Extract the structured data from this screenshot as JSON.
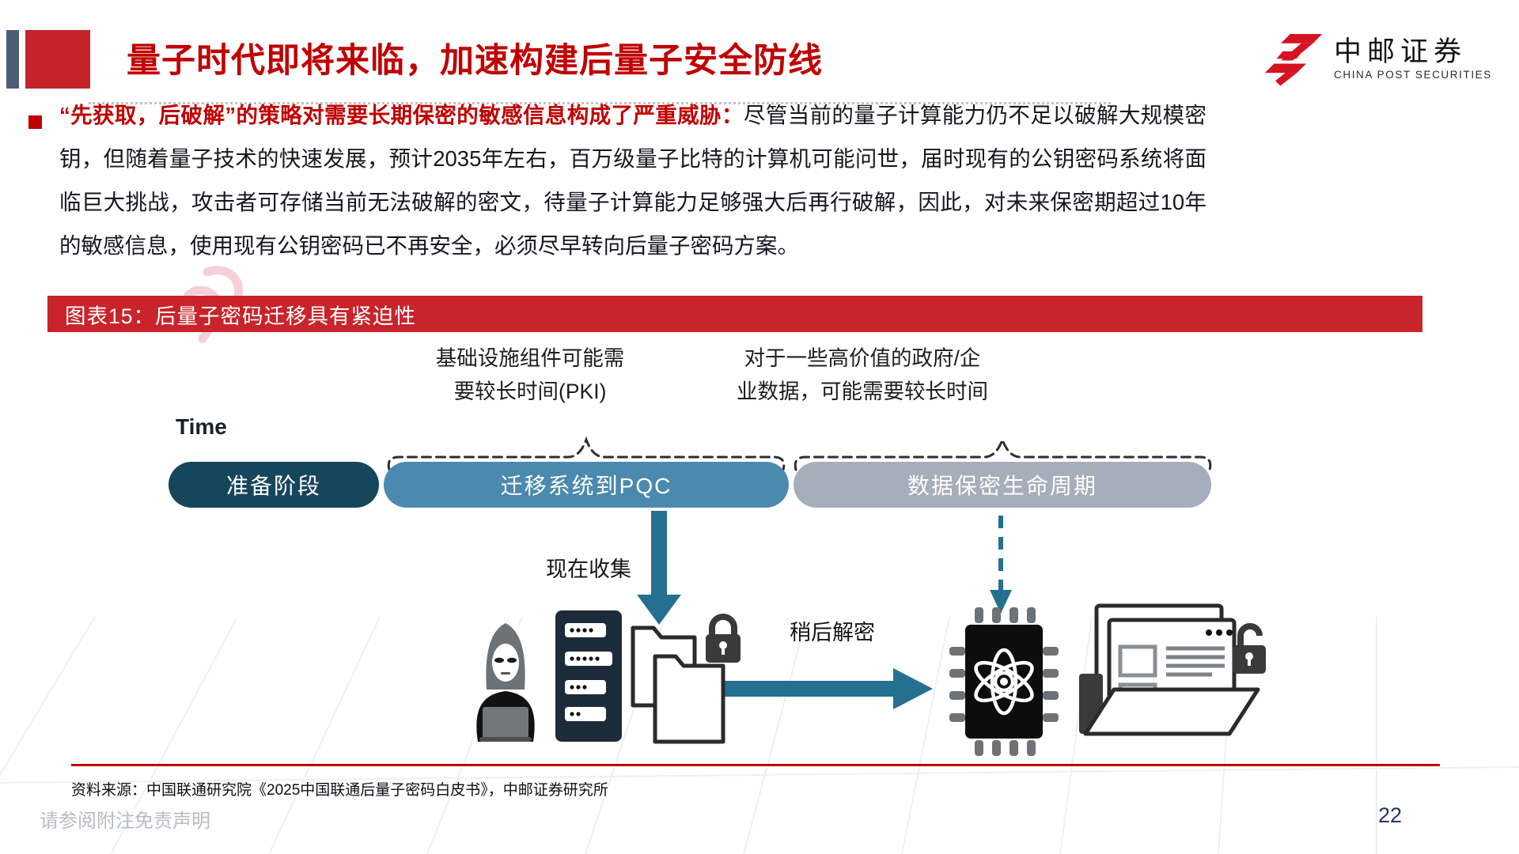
{
  "slide": {
    "header": {
      "title": "量子时代即将来临，加速构建后量子安全防线",
      "logo_cn": "中邮证券",
      "logo_en": "CHINA POST SECURITIES"
    },
    "paragraph": {
      "lead": "“先获取，后破解”的策略对需要长期保密的敏感信息构成了严重威胁：",
      "body": "尽管当前的量子计算能力仍不足以破解大规模密钥，但随着量子技术的快速发展，预计2035年左右，百万级量子比特的计算机可能问世，届时现有的公钥密码系统将面临巨大挑战，攻击者可存储当前无法破解的密文，待量子计算能力足够强大后再行破解，因此，对未来保密期超过10年的敏感信息，使用现有公钥密码已不再安全，必须尽早转向后量子密码方案。"
    },
    "figure": {
      "banner": "图表15：后量子密码迁移具有紧迫性",
      "time_label": "Time",
      "annotations": {
        "left": [
          "基础设施组件可能需",
          "要较长时间(PKI)"
        ],
        "right": [
          "对于一些高价值的政府/企",
          "业数据，可能需要较长时间"
        ]
      },
      "segments": [
        {
          "label": "准备阶段",
          "color": "#16465c"
        },
        {
          "label": "迁移系统到PQC",
          "color": "#4c89af"
        },
        {
          "label": "数据保密生命周期",
          "color": "#a6aebb"
        }
      ],
      "labels": {
        "collect": "现在收集",
        "decrypt": "稍后解密"
      },
      "icons": [
        "hacker-icon",
        "server-icon",
        "folders-lock-icon",
        "quantum-chip-icon",
        "documents-lock-icon",
        "down-arrow-icon",
        "right-arrow-icon",
        "dashed-down-arrow-icon"
      ]
    },
    "footer": {
      "source": "资料来源：中国联通研究院《2025中国联通后量子密码白皮书》，中邮证券研究所",
      "disclaimer": "请参阅附注免责声明",
      "page": "22"
    },
    "colors": {
      "title_red": "#c00000",
      "banner_red": "#c9242b",
      "accent_red": "#c4232a",
      "accent_slate": "#4d5d75",
      "arrow_blue": "#25708f",
      "page_number_blue": "#1f3864"
    }
  }
}
